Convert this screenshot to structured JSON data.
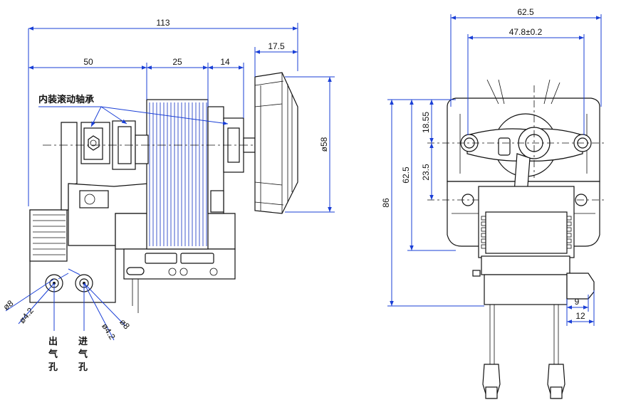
{
  "front_view": {
    "dimensions": {
      "overall_length": "113",
      "base_to_coil": "50",
      "coil_width": "25",
      "coil_to_shaft_end": "14",
      "fan_thickness": "17.5",
      "fan_diameter": "ø58"
    },
    "callout_bearing": "内装滚动轴承",
    "outlet_port": {
      "label_chars": [
        "出",
        "气",
        "孔"
      ],
      "outer_diameter": "ø8",
      "inner_diameter": "ø4.2"
    },
    "inlet_port": {
      "label_chars": [
        "进",
        "气",
        "孔"
      ],
      "inner_diameter": "ø4.2",
      "outer_diameter": "ø8"
    }
  },
  "side_view": {
    "dimensions": {
      "overall_width": "62.5",
      "mount_hole_spacing": "47.8±0.2",
      "overall_height": "86",
      "mount_height": "62.5",
      "upper_offset": "18.55",
      "lower_offset": "23.5",
      "terminal_offset_small": "9",
      "terminal_offset_large": "12"
    }
  }
}
